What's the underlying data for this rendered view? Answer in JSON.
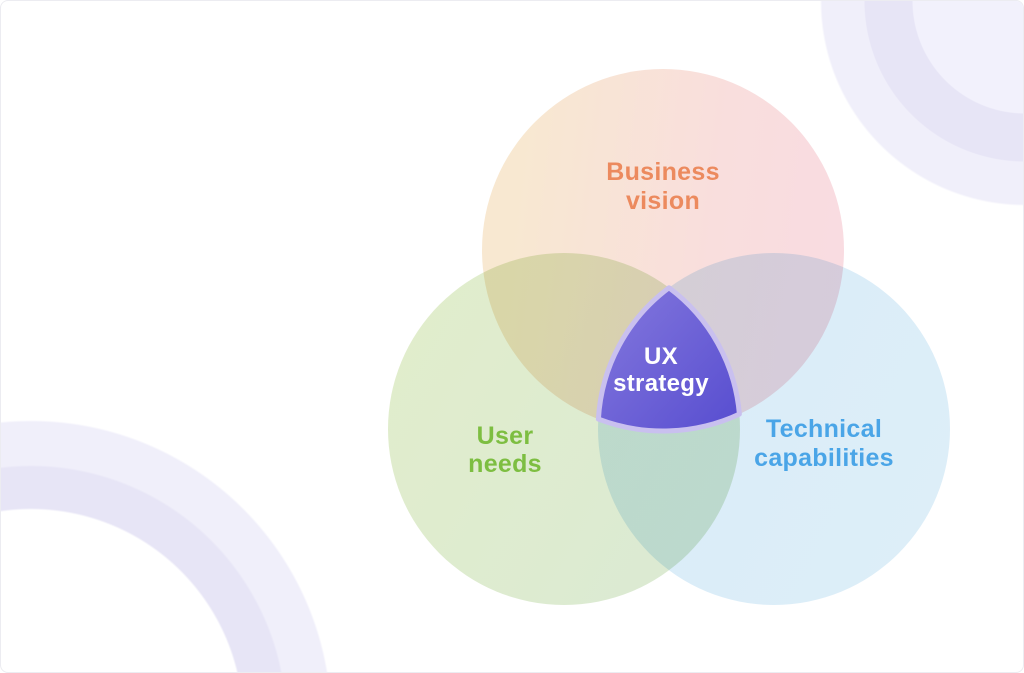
{
  "diagram": {
    "type": "venn",
    "description": "Three-circle Venn diagram showing UX strategy as the intersection of business vision, user needs and technical capabilities",
    "sets": [
      {
        "id": "business-vision",
        "line1": "Business",
        "line2": "vision",
        "text_color": "#ec8a5e",
        "fill_color_left": "#f8e8d1",
        "fill_color_right": "#f9dbe2",
        "position": "top"
      },
      {
        "id": "user-needs",
        "line1": "User",
        "line2": "needs",
        "text_color": "#7dbe41",
        "fill_color_left": "#e1edcc",
        "fill_color_right": "#dbead3",
        "position": "bottom-left"
      },
      {
        "id": "technical-capabilities",
        "line1": "Technical",
        "line2": "capabilities",
        "text_color": "#4aa5e7",
        "fill_color_left": "#d9ecf9",
        "fill_color_right": "#ddeef8",
        "position": "bottom-right"
      }
    ],
    "intersection": {
      "id": "ux-strategy",
      "line1": "UX",
      "line2": "strategy",
      "text_color": "#ffffff",
      "fill_gradient_from": "#8377dd",
      "fill_gradient_to": "#584ed0",
      "border_color": "#c9c0ef"
    },
    "decor": {
      "ring_dark_color": "#e7e5f6",
      "ring_light_color": "#f0effa",
      "inner_disc_color": "#f2f1fc",
      "positions": [
        "top-right",
        "bottom-left"
      ]
    },
    "background_color": "#ffffff"
  }
}
